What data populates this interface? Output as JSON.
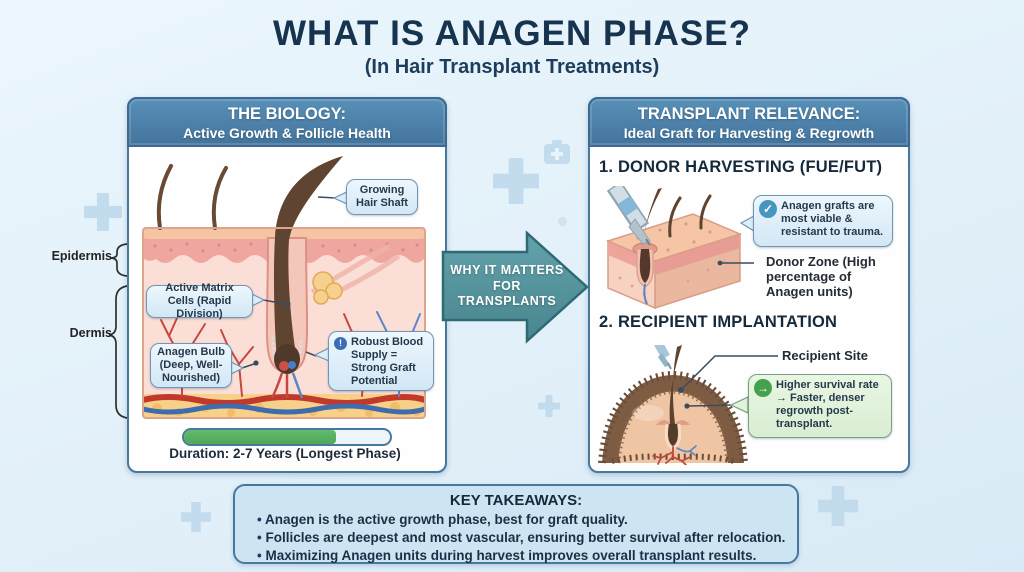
{
  "title": {
    "main": "WHAT IS ANAGEN PHASE?",
    "subtitle": "(In Hair Transplant Treatments)"
  },
  "biology_panel": {
    "header_title": "THE BIOLOGY:",
    "header_subtitle": "Active Growth & Follicle Health",
    "label_epidermis": "Epidermis",
    "label_dermis": "Dermis",
    "callout_hair_shaft": "Growing Hair Shaft",
    "callout_matrix": "Active Matrix Cells (Rapid Division)",
    "callout_bulb": "Anagen Bulb (Deep, Well-Nourished)",
    "callout_blood": "Robust Blood Supply = Strong Graft Potential",
    "duration": {
      "label": "Duration: 2-7 Years (Longest Phase)",
      "progress_pct": 74
    }
  },
  "arrow_label": "WHY IT MATTERS FOR TRANSPLANTS",
  "relevance_panel": {
    "header_title": "TRANSPLANT RELEVANCE:",
    "header_subtitle": "Ideal Graft for Harvesting & Regrowth",
    "section1": {
      "heading": "1. DONOR HARVESTING (FUE/FUT)",
      "callout": "Anagen grafts are most viable & resistant to trauma.",
      "zone_label": "Donor Zone (High percentage of Anagen units)"
    },
    "section2": {
      "heading": "2. RECIPIENT IMPLANTATION",
      "site_label": "Recipient Site",
      "callout": "Higher survival rate → Faster, denser regrowth post-transplant."
    }
  },
  "key_takeaways": {
    "title": "KEY TAKEAWAYS:",
    "bullets": [
      "Anagen is the active growth phase, best for graft quality.",
      "Follicles are deepest and most vascular, ensuring better survival after relocation.",
      "Maximizing Anagen units during harvest improves overall transplant results."
    ]
  },
  "icons": {
    "check": "✓",
    "info": "!",
    "forward": "→"
  },
  "colors": {
    "background": "#e2f0f9",
    "title_navy": "#16344f",
    "panel_border": "#47799f",
    "header_blue": "#4c7fa8",
    "callout_blue": "#d8ebf7",
    "callout_green": "#e2f2da",
    "arrow_teal": "#55929c",
    "progress_green": "#56b061",
    "check_circle": "#4796c2",
    "info_circle": "#3a6db5",
    "green_circle": "#46a14e"
  }
}
